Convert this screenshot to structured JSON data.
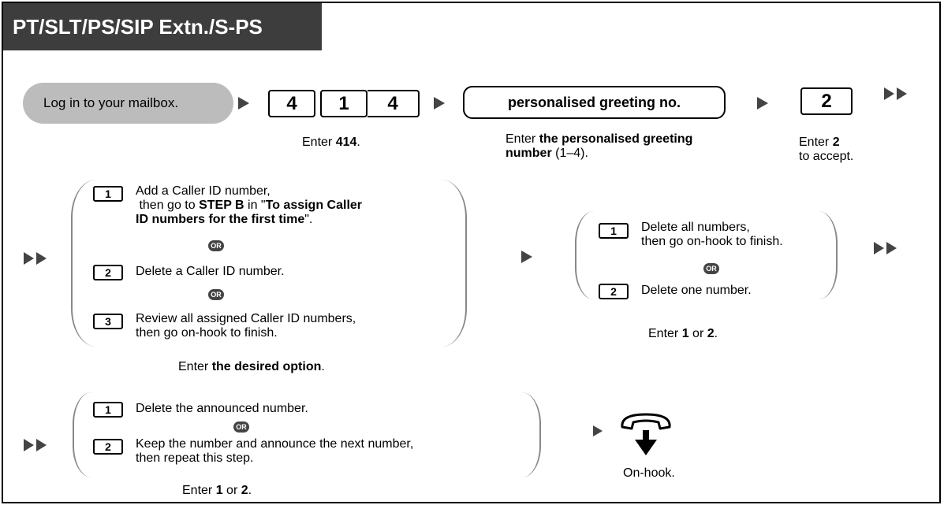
{
  "header": {
    "title": "PT/SLT/PS/SIP Extn./S-PS"
  },
  "step1": {
    "login_label": "Log in to your mailbox.",
    "keys": [
      "4",
      "1",
      "4"
    ],
    "enter_prefix": "Enter ",
    "enter_value": "414",
    "enter_suffix": "."
  },
  "step2": {
    "box_label": "personalised greeting no.",
    "enter_prefix": "Enter ",
    "enter_bold": "the personalised greeting number",
    "enter_suffix": " (1–4)."
  },
  "step3": {
    "key": "2",
    "enter_prefix": "Enter ",
    "enter_value": "2",
    "line2": "to accept."
  },
  "options_a": {
    "opt1_key": "1",
    "opt1_line1": "Add a Caller ID number,",
    "opt1_line2_pre": "then go to ",
    "opt1_line2_bold": "STEP B",
    "opt1_line2_mid": " in \"",
    "opt1_line2_bold2": "To assign Caller",
    "opt1_line3_bold": "ID numbers for the first time",
    "opt1_line3_suffix": "\".",
    "or1": "OR",
    "opt2_key": "2",
    "opt2_text": "Delete a Caller ID number.",
    "or2": "OR",
    "opt3_key": "3",
    "opt3_line1": "Review all assigned Caller ID numbers,",
    "opt3_line2": "then go on-hook to finish.",
    "enter_prefix": "Enter ",
    "enter_bold": "the desired option",
    "enter_suffix": "."
  },
  "options_b": {
    "opt1_key": "1",
    "opt1_line1": "Delete all numbers,",
    "opt1_line2": "then go on-hook to finish.",
    "or": "OR",
    "opt2_key": "2",
    "opt2_text": "Delete one number.",
    "enter_prefix": "Enter ",
    "enter_v1": "1",
    "enter_mid": " or ",
    "enter_v2": "2",
    "enter_suffix": "."
  },
  "options_c": {
    "opt1_key": "1",
    "opt1_text": "Delete the announced number.",
    "or": "OR",
    "opt2_key": "2",
    "opt2_line1": "Keep the number and announce the next number,",
    "opt2_line2": "then repeat this step.",
    "enter_prefix": "Enter ",
    "enter_v1": "1",
    "enter_mid": " or ",
    "enter_v2": "2",
    "enter_suffix": "."
  },
  "onhook": {
    "label": "On-hook."
  },
  "icons": {
    "arrow": "play-arrow-icon",
    "double_arrow": "fast-forward-icon",
    "phone": "handset-down-icon"
  }
}
